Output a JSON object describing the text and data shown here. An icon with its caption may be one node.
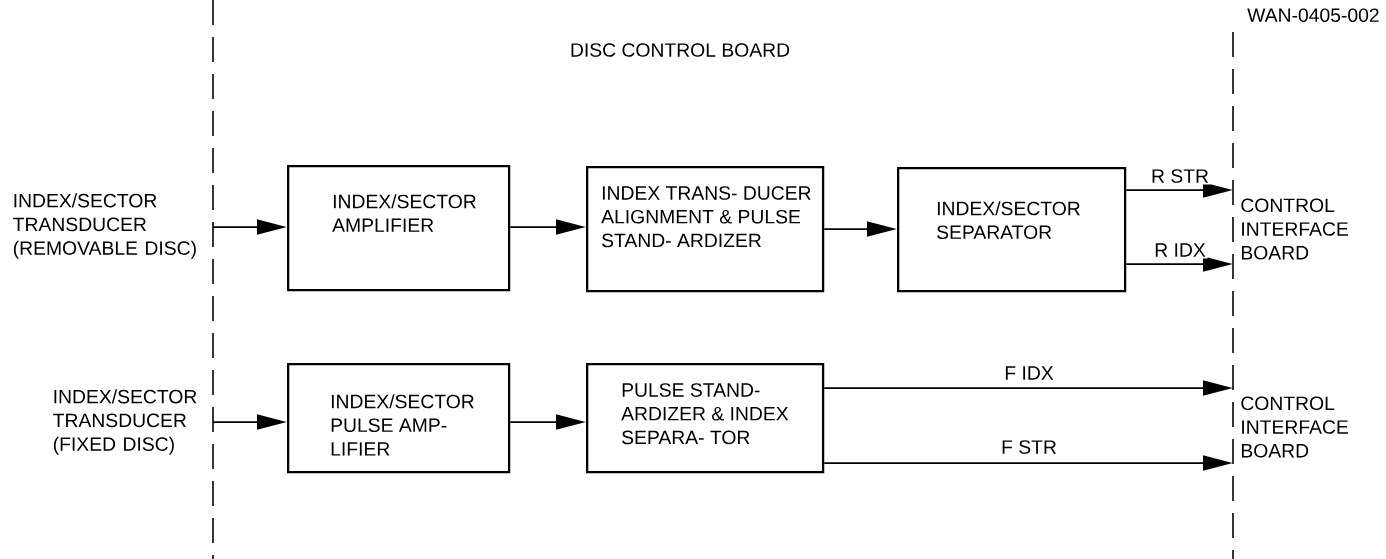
{
  "diagram": {
    "title": "DISC CONTROL BOARD",
    "nodes": [
      {
        "text": [
          "INDEX/SECTOR TRANSDUCER (REMOVABLE DISC)"
        ]
      },
      {
        "text": [
          "INDEX/SECTOR AMPLIFIER"
        ]
      },
      {
        "text": [
          "INDEX TRANS- DUCER ALIGNMENT & PULSE STAND- ARDIZER"
        ]
      },
      {
        "text": [
          "INDEX/SECTOR SEPARATOR"
        ]
      },
      {
        "text": [
          "CONTROL INTERFACE BOARD"
        ]
      },
      {
        "text": [
          "INDEX/SECTOR TRANSDUCER (FIXED DISC)"
        ]
      },
      {
        "text": [
          "INDEX/SECTOR PULSE AMP- LIFIER"
        ]
      },
      {
        "text": [
          "PULSE STAND- ARDIZER & INDEX SEPARA- TOR"
        ]
      },
      {
        "text": [
          "CONTROL INTERFACE BOARD"
        ]
      }
    ],
    "edges": [
      {
        "from": 0,
        "to": 1,
        "arrow": "to"
      },
      {
        "from": 1,
        "to": 2,
        "arrow": "to"
      },
      {
        "from": 2,
        "to": 3,
        "arrow": "to"
      },
      {
        "from": 3,
        "to": 4,
        "arrow": "to",
        "label": "R STR"
      },
      {
        "from": 3,
        "to": 4,
        "arrow": "to",
        "label": "R IDX"
      },
      {
        "from": 5,
        "to": 6,
        "arrow": "to"
      },
      {
        "from": 6,
        "to": 7,
        "arrow": "to"
      },
      {
        "from": 7,
        "to": 8,
        "arrow": "to",
        "label": "F IDX"
      },
      {
        "from": 7,
        "to": 8,
        "arrow": "to",
        "label": "F STR"
      }
    ],
    "labels": [
      "WAN-0405-002"
    ]
  }
}
